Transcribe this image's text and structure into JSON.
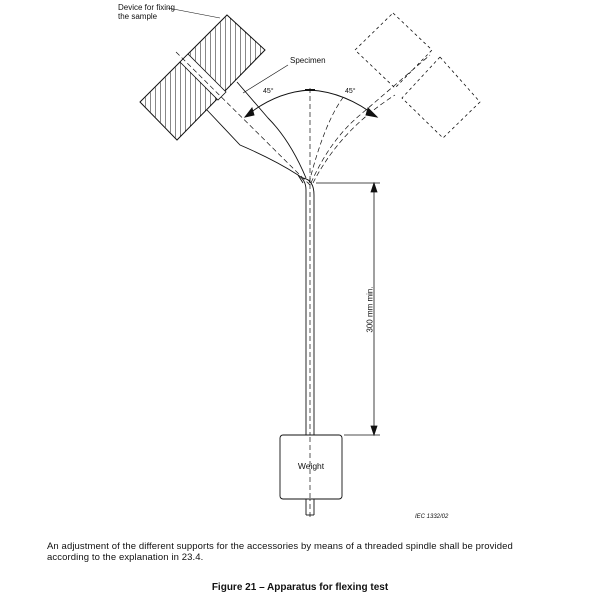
{
  "figure": {
    "labels": {
      "device": "Device for fixing the sample",
      "specimen": "Specimen",
      "angle_left": "45°",
      "angle_right": "45°",
      "dimension": "300 mm min.",
      "weight": "Weight",
      "reference": "IEC 1332/02"
    },
    "caption": "An adjustment of the different supports for the accessories by means of a threaded spindle shall be provided according to the explanation in 23.4.",
    "title": "Figure 21 – Apparatus for flexing test"
  }
}
